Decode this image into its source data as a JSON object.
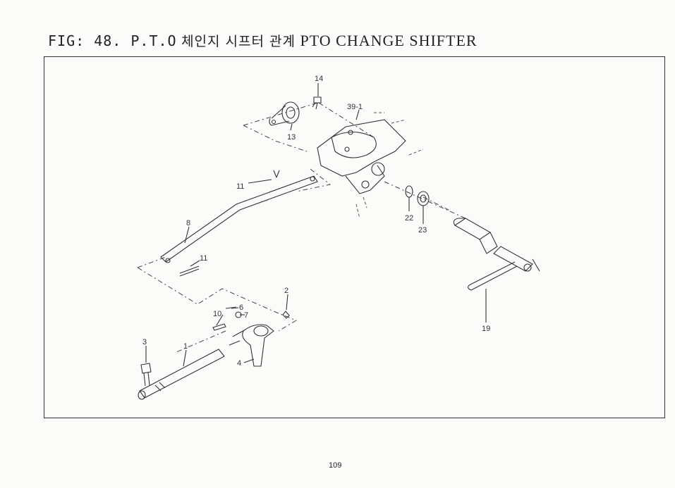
{
  "figure": {
    "prefix": "FIG: 48. P.T.O",
    "korean": "체인지 시프터 관계",
    "english": "PTO CHANGE SHIFTER"
  },
  "callouts": {
    "c14": "14",
    "c39_1": "39-1",
    "c13": "13",
    "c11a": "11",
    "c22": "22",
    "c23": "23",
    "c8": "8",
    "c11b": "11",
    "c19": "19",
    "c2": "2",
    "c6": "6",
    "c10": "10",
    "c7": "7",
    "c3": "3",
    "c1": "1",
    "c4": "4"
  },
  "page_number": "109"
}
